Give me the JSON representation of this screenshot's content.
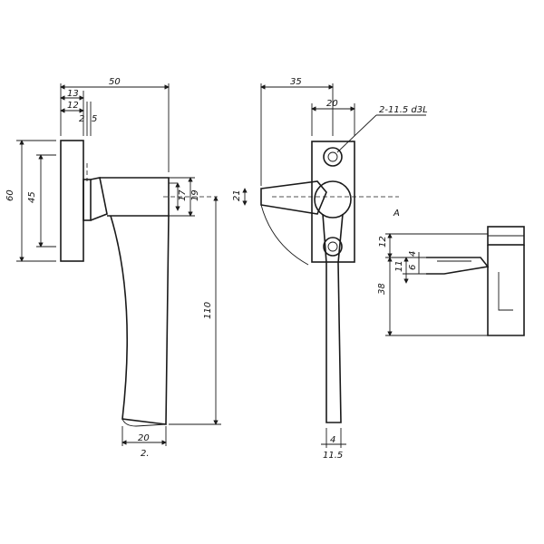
{
  "side_view": {
    "dim_top_50": "50",
    "dim_13": "13",
    "dim_12": "12",
    "dim_2": "2",
    "dim_5": "5",
    "dim_60": "60",
    "dim_45": "45",
    "dim_17": "17",
    "dim_19": "19",
    "dim_110": "110",
    "dim_bottom_upper": "20",
    "dim_bottom_lower": "2."
  },
  "front_view": {
    "dim_35": "35",
    "dim_20": "20",
    "hole_note": "2-11.5 d3L",
    "dim_21": "21",
    "section_mark": "A",
    "dim_bottom_upper": "4",
    "dim_bottom_lower": "11.5"
  },
  "section_view": {
    "dim_12": "12",
    "dim_4": "4",
    "dim_11": "11",
    "dim_6": "6",
    "dim_38": "38"
  }
}
